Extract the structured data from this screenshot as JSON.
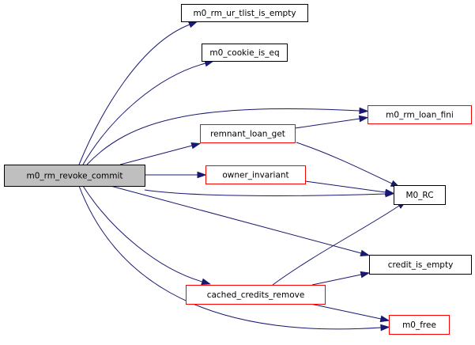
{
  "diagram": {
    "type": "call-graph",
    "edge_color": "#191970",
    "nodes": [
      {
        "id": "root",
        "label": "m0_rm_revoke_commit",
        "style": "root"
      },
      {
        "id": "tlist",
        "label": "m0_rm_ur_tlist_is_empty",
        "style": "plain"
      },
      {
        "id": "cookie",
        "label": "m0_cookie_is_eq",
        "style": "plain"
      },
      {
        "id": "loanfini",
        "label": "m0_rm_loan_fini",
        "style": "red"
      },
      {
        "id": "remnant",
        "label": "remnant_loan_get",
        "style": "red"
      },
      {
        "id": "owner",
        "label": "owner_invariant",
        "style": "red"
      },
      {
        "id": "rc",
        "label": "M0_RC",
        "style": "plain"
      },
      {
        "id": "credit",
        "label": "credit_is_empty",
        "style": "plain"
      },
      {
        "id": "cached",
        "label": "cached_credits_remove",
        "style": "red"
      },
      {
        "id": "free",
        "label": "m0_free",
        "style": "red"
      }
    ],
    "edges": [
      {
        "from": "root",
        "to": "tlist"
      },
      {
        "from": "root",
        "to": "cookie"
      },
      {
        "from": "root",
        "to": "loanfini"
      },
      {
        "from": "root",
        "to": "remnant"
      },
      {
        "from": "root",
        "to": "owner"
      },
      {
        "from": "root",
        "to": "rc"
      },
      {
        "from": "root",
        "to": "credit"
      },
      {
        "from": "root",
        "to": "cached"
      },
      {
        "from": "root",
        "to": "free"
      },
      {
        "from": "remnant",
        "to": "loanfini"
      },
      {
        "from": "remnant",
        "to": "rc"
      },
      {
        "from": "owner",
        "to": "rc"
      },
      {
        "from": "cached",
        "to": "rc"
      },
      {
        "from": "cached",
        "to": "credit"
      },
      {
        "from": "cached",
        "to": "free"
      }
    ]
  }
}
